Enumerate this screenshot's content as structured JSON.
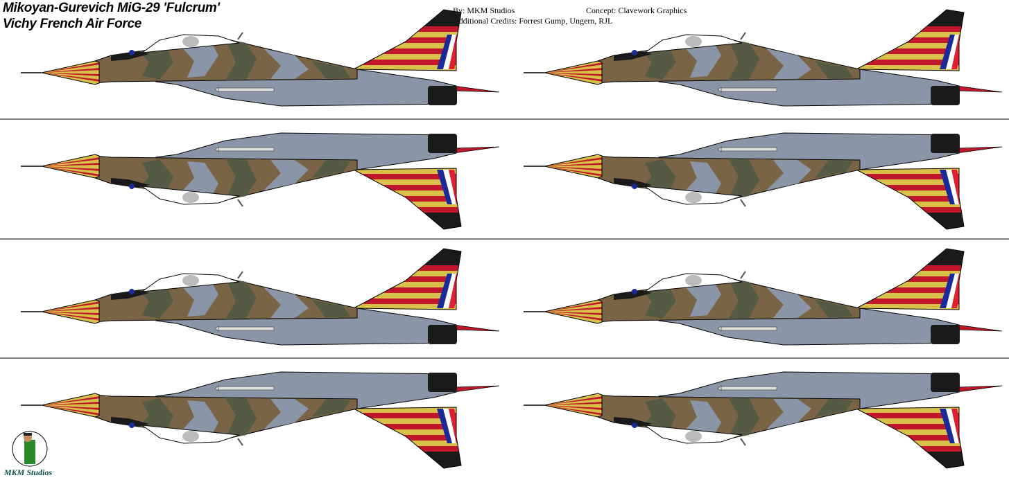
{
  "header": {
    "title_line1": "Mikoyan-Gurevich MiG-29 'Fulcrum'",
    "title_line2": "Vichy French Air Force"
  },
  "credits": {
    "by": "By:  MKM Studios",
    "concept": "Concept:  Clavework Graphics",
    "additional": "Additional Credits:  Forrest Gump, Ungern, RJL"
  },
  "logo": {
    "text": "MKM Studios"
  },
  "colors": {
    "brown": "#7a6446",
    "grey": "#8a96a8",
    "dark_green": "#555a45",
    "red": "#c0182a",
    "yellow": "#d8c04a",
    "blue": "#1a2a9a",
    "black": "#1a1a1a"
  }
}
